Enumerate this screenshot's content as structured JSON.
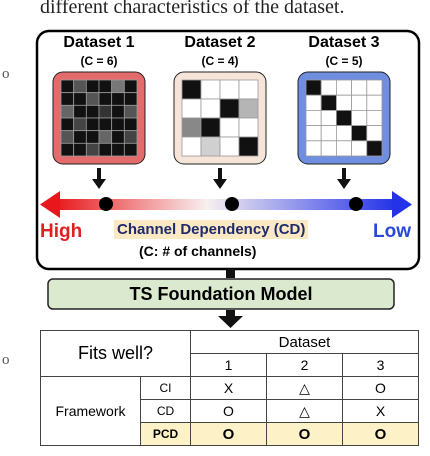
{
  "caption": "different characteristics of the dataset.",
  "side_marks": [
    "o",
    "o"
  ],
  "datasets": [
    {
      "title": "Dataset 1",
      "channels": "(C = 6)",
      "color": "#e46b6b",
      "size": 6
    },
    {
      "title": "Dataset 2",
      "channels": "(C = 4)",
      "color": "#f6e4d8",
      "size": 4
    },
    {
      "title": "Dataset 3",
      "channels": "(C = 5)",
      "color": "#6f8ee0",
      "size": 5
    }
  ],
  "axis": {
    "high_label": "High",
    "low_label": "Low",
    "title": "Channel Dependency (CD)",
    "subtitle": "(C: # of channels)"
  },
  "model": {
    "label": "TS Foundation Model",
    "color": "#dbe9cf"
  },
  "table": {
    "question": "Fits well?",
    "dataset_header": "Dataset",
    "dataset_ids": [
      "1",
      "2",
      "3"
    ],
    "framework_label": "Framework",
    "rows": [
      {
        "name": "CI",
        "values": [
          "X",
          "△",
          "O"
        ]
      },
      {
        "name": "CD",
        "values": [
          "O",
          "△",
          "X"
        ]
      },
      {
        "name": "PCD",
        "values": [
          "O",
          "O",
          "O"
        ]
      }
    ]
  }
}
